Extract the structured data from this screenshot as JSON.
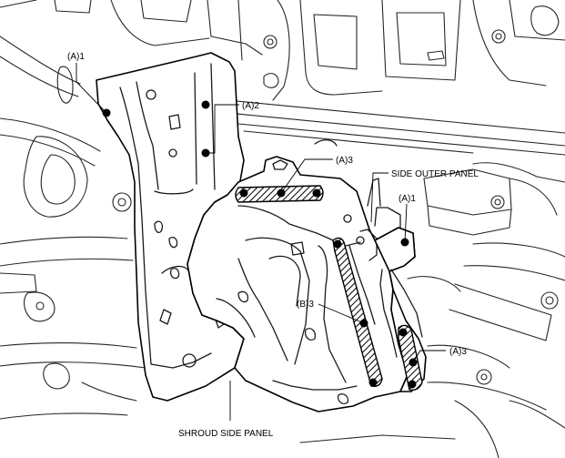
{
  "diagram": {
    "labels": {
      "a1_top": "(A)1",
      "a2": "(A)2",
      "a3_top": "(A)3",
      "side_outer_panel": "SIDE OUTER PANEL",
      "a1_right": "(A)1",
      "b3": "(B)3",
      "a3_bottom": "(A)3",
      "shroud_side_panel": "SHROUD SIDE PANEL"
    }
  }
}
